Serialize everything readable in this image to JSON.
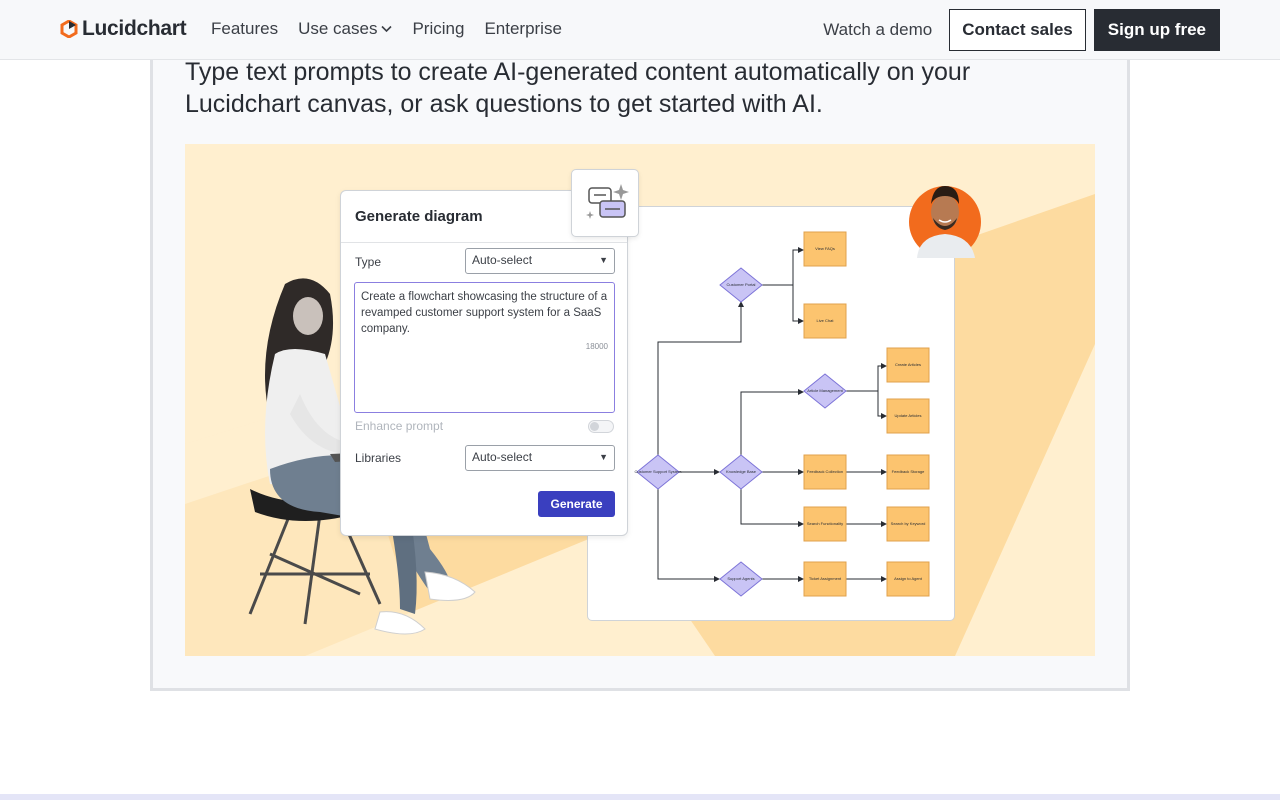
{
  "nav": {
    "logo_text": "Lucidchart",
    "links": [
      {
        "label": "Features"
      },
      {
        "label": "Use cases"
      },
      {
        "label": "Pricing"
      },
      {
        "label": "Enterprise"
      }
    ],
    "watch_demo": "Watch a demo",
    "contact_sales": "Contact sales",
    "sign_up": "Sign up free"
  },
  "headline": "Type text prompts to create AI-generated content automatically on your Lucidchart canvas, or ask questions to get started with AI.",
  "panel": {
    "title": "Generate diagram",
    "type_label": "Type",
    "type_value": "Auto-select",
    "prompt": "Create a flowchart showcasing the structure of a revamped customer support system for a SaaS company.",
    "char_count": "18000",
    "enhance_label": "Enhance prompt",
    "libraries_label": "Libraries",
    "libraries_value": "Auto-select",
    "generate_label": "Generate"
  },
  "diagram": {
    "nodes": {
      "customer_portal": "Customer Portal",
      "view_faqs": "View FAQs",
      "live_chat": "Live Chat",
      "customer_support_system": "Customer Support System",
      "article_management": "Article Management",
      "create_articles": "Create Articles",
      "update_articles": "Update Articles",
      "knowledge_base": "Knowledge Base",
      "feedback_collection": "Feedback Collection",
      "feedback_storage": "Feedback Storage",
      "search_functionality": "Search Functionality",
      "search_by_keyword": "Search by Keyword",
      "support_agents": "Support Agents",
      "ticket_assignment": "Ticket Assignment",
      "assign_to_agent": "Assign to Agent"
    }
  },
  "colors": {
    "brand_orange": "#f26b1d",
    "dark": "#282c33",
    "generate_blue": "#3a3fbf",
    "node_orange": "#fcc46f",
    "node_purple": "#c9c4f5"
  }
}
